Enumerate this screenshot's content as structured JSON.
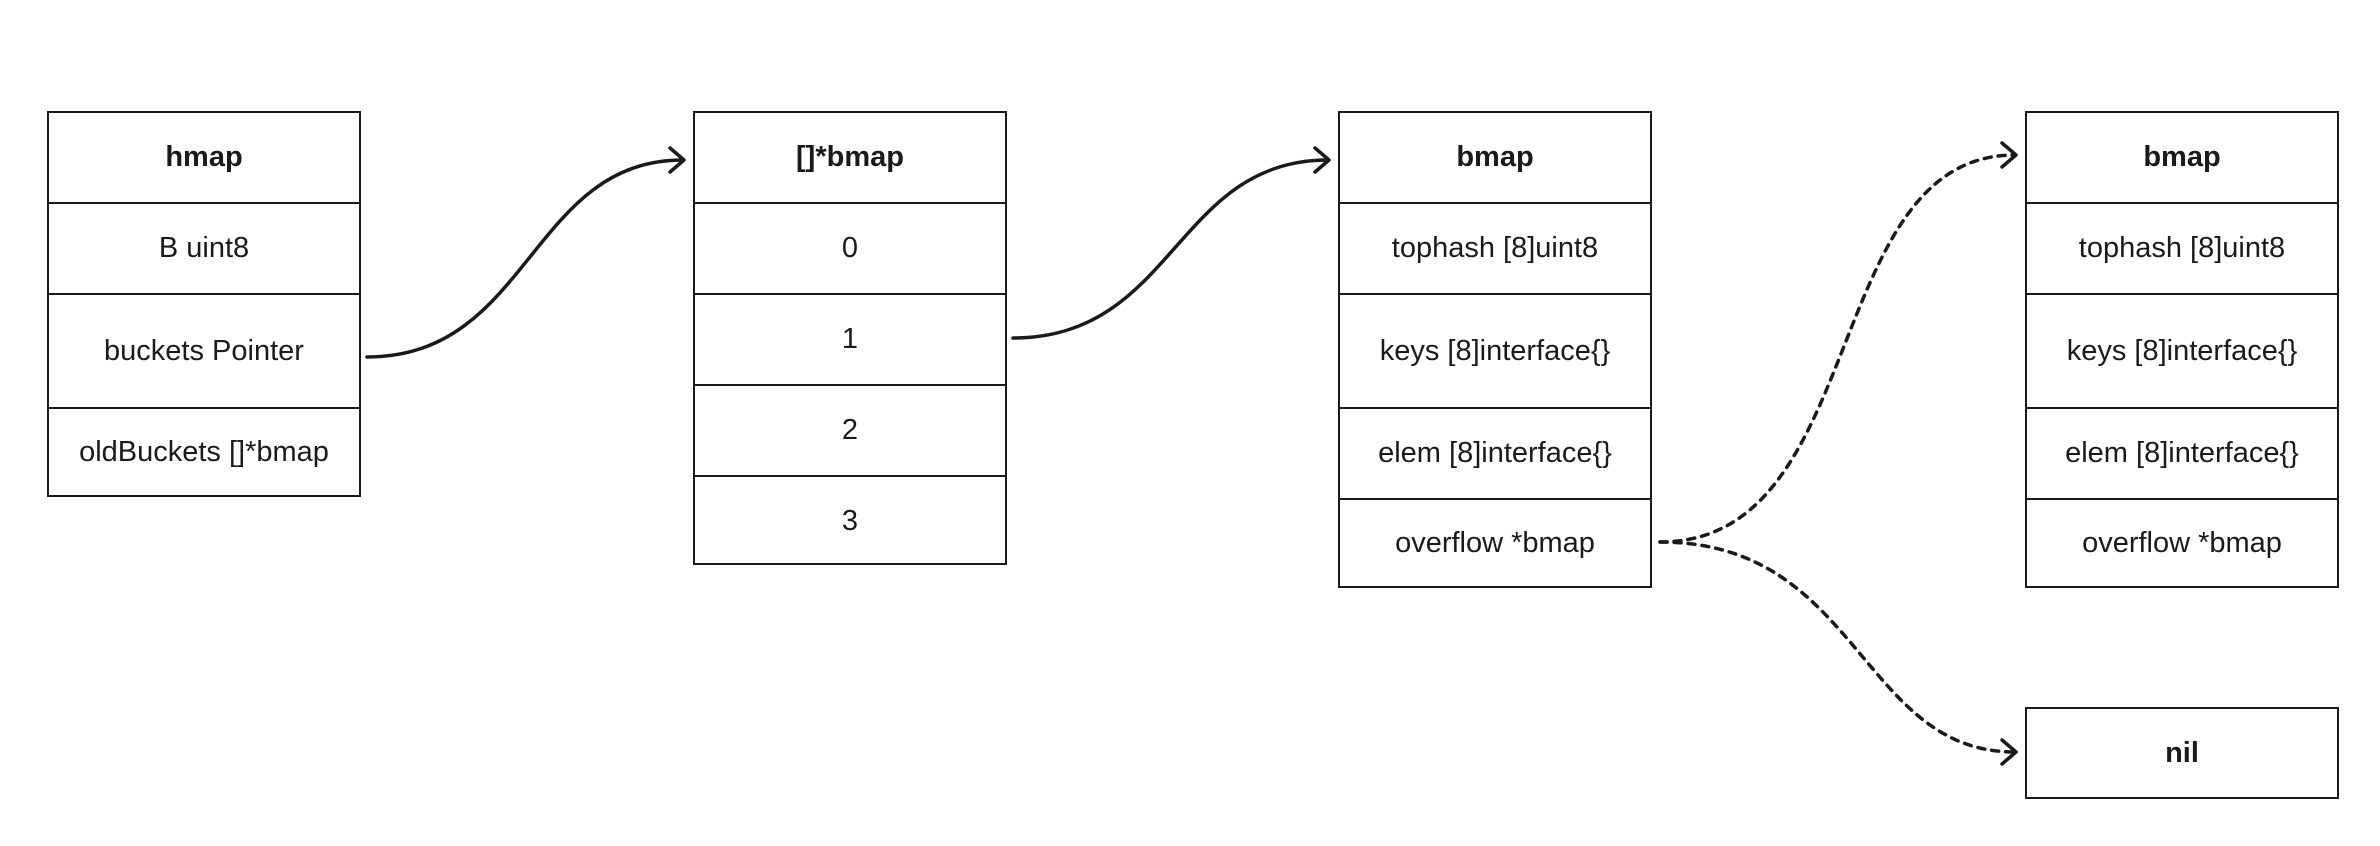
{
  "hmap": {
    "title": "hmap",
    "fields": [
      "B uint8",
      "buckets Pointer",
      "oldBuckets []*bmap"
    ]
  },
  "buckets": {
    "title": "[]*bmap",
    "items": [
      "0",
      "1",
      "2",
      "3"
    ]
  },
  "bmap_primary": {
    "title": "bmap",
    "fields": [
      "tophash [8]uint8",
      "keys [8]interface{}",
      "elem [8]interface{}",
      "overflow *bmap"
    ]
  },
  "bmap_overflow": {
    "title": "bmap",
    "fields": [
      "tophash [8]uint8",
      "keys [8]interface{}",
      "elem [8]interface{}",
      "overflow *bmap"
    ]
  },
  "nil_node": {
    "title": "nil"
  },
  "colors": {
    "stroke": "#1a1a1a",
    "background": "#ffffff"
  }
}
